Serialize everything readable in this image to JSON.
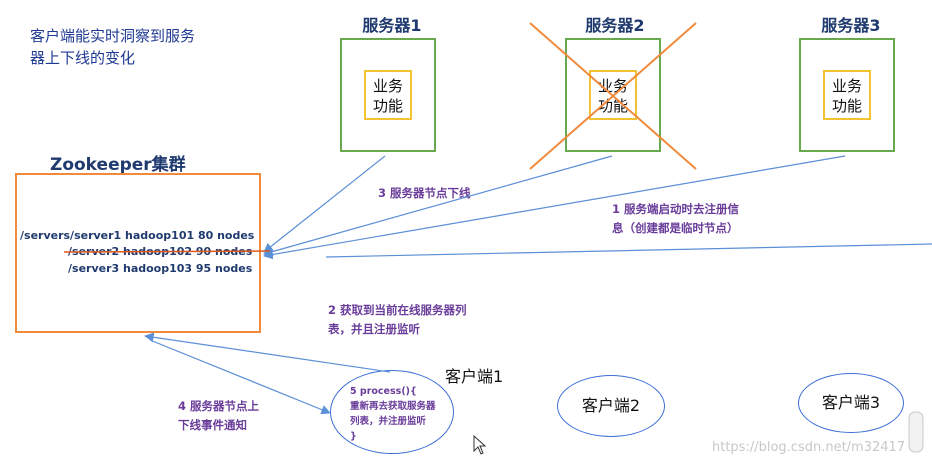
{
  "note": {
    "line1": "客户端能实时洞察到服务",
    "line2": "器上下线的变化"
  },
  "servers": [
    {
      "label": "服务器1",
      "biz_line1": "业务",
      "biz_line2": "功能",
      "offline": false
    },
    {
      "label": "服务器2",
      "biz_line1": "业务",
      "biz_line2": "功能",
      "offline": true
    },
    {
      "label": "服务器3",
      "biz_line1": "业务",
      "biz_line2": "功能",
      "offline": false
    }
  ],
  "zookeeper": {
    "title": "Zookeeper集群",
    "nodes": [
      "/servers/server1  hadoop101  80 nodes",
      "/server2 hadoop102  90 nodes",
      "/server3 hadoop103  95 nodes"
    ]
  },
  "steps": {
    "step1_line1": "1  服务端启动时去注册信",
    "step1_line2": "息（创建都是临时节点）",
    "step2_line1": "2  获取到当前在线服务器列",
    "step2_line2": "表，并且注册监听",
    "step3": "3  服务器节点下线",
    "step4_line1": "4  服务器节点上",
    "step4_line2": "下线事件通知"
  },
  "clients": {
    "client1_label": "客户端1",
    "client1_code": {
      "line1": "5 process(){",
      "line2": "重新再去获取服务器",
      "line3": "列表，并注册监听",
      "line4": "}"
    },
    "client2_label": "客户端2",
    "client3_label": "客户端3"
  },
  "watermark": "https://blog.csdn.net/m32417",
  "colors": {
    "server_border": "#6aa84f",
    "biz_border": "#f1c232",
    "zk_border": "#f08a3c",
    "arrow": "#5b8fd6",
    "cross": "#f08a3c",
    "step_text": "#6a3d9a"
  }
}
